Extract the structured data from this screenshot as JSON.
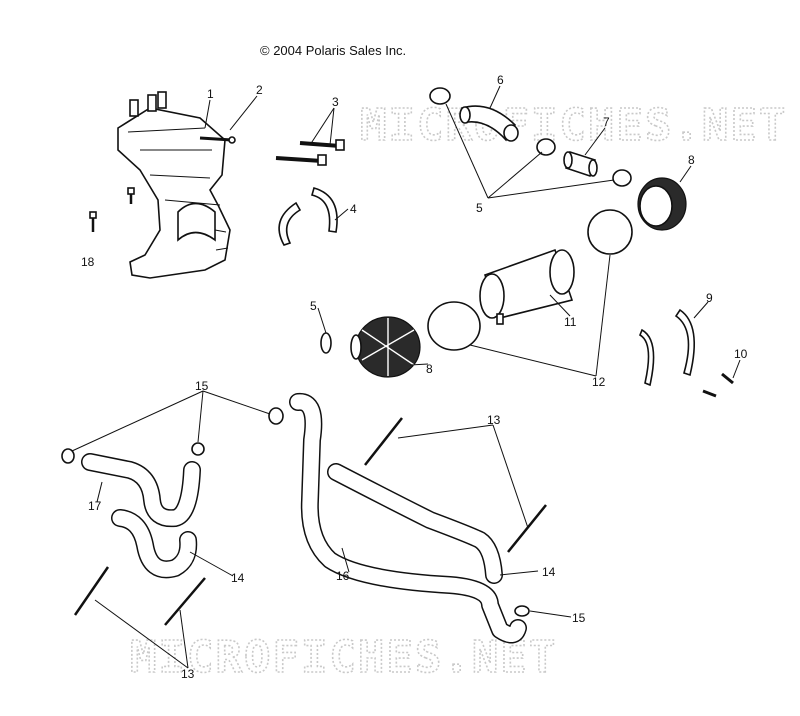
{
  "copyright": "© 2004 Polaris Sales Inc.",
  "watermark_top": "MICROFICHES.NET",
  "watermark_bottom": "MICROFICHES.NET",
  "callouts": {
    "c1": "1",
    "c2": "2",
    "c3": "3",
    "c4": "4",
    "c5a": "5",
    "c5b": "5",
    "c6": "6",
    "c7": "7",
    "c8a": "8",
    "c8b": "8",
    "c9": "9",
    "c10": "10",
    "c11": "11",
    "c12": "12",
    "c13a": "13",
    "c13b": "13",
    "c14a": "14",
    "c14b": "14",
    "c15a": "15",
    "c15b": "15",
    "c16": "16",
    "c17": "17",
    "c18": "18"
  }
}
